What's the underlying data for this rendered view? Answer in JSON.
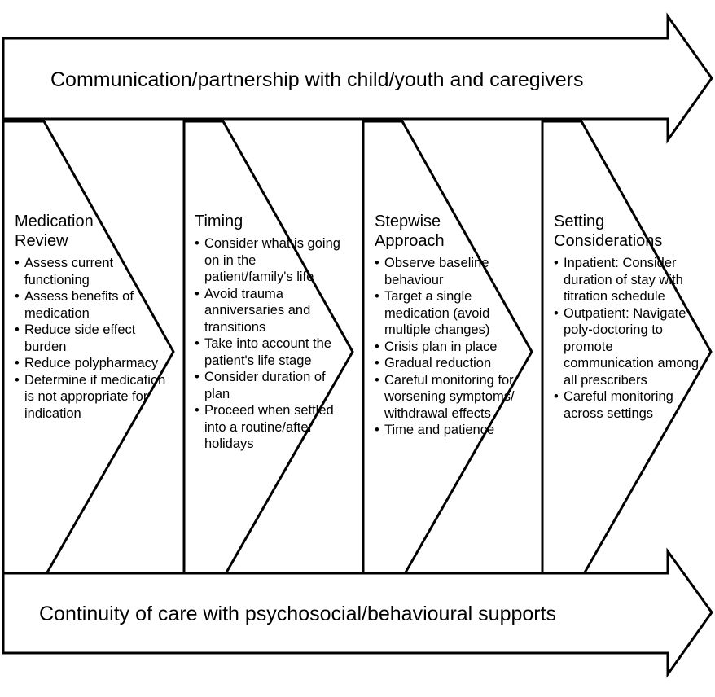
{
  "diagram": {
    "top_banner": "Communication/partnership with child/youth and caregivers",
    "bottom_banner": "Continuity of care with psychosocial/behavioural supports",
    "stages": [
      {
        "title_lines": [
          "Medication",
          "Review"
        ],
        "items": [
          "Assess current functioning",
          "Assess benefits of medication",
          "Reduce side effect burden",
          "Reduce polypharmacy",
          "Determine if medication is not appropriate for indication"
        ]
      },
      {
        "title_lines": [
          "Timing"
        ],
        "items": [
          "Consider what is going on in the patient/family's life",
          "Avoid trauma anniversaries and transitions",
          "Take into account the patient's life stage",
          "Consider duration of plan",
          "Proceed when settled into a routine/after holidays"
        ]
      },
      {
        "title_lines": [
          "Stepwise",
          "Approach"
        ],
        "items": [
          "Observe baseline behaviour",
          "Target a single medication (avoid multiple changes)",
          "Crisis plan in place",
          "Gradual reduction",
          "Careful monitoring for worsening symptoms/ withdrawal effects",
          "Time and patience"
        ]
      },
      {
        "title_lines": [
          "Setting",
          "Considerations"
        ],
        "items": [
          "Inpatient: Consider duration of stay with titration schedule",
          "Outpatient: Navigate poly-doctoring to promote communication among all prescribers",
          "Careful monitoring across settings"
        ]
      }
    ]
  }
}
